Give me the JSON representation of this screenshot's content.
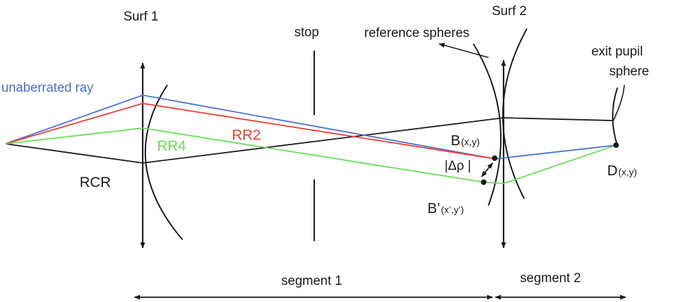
{
  "colors": {
    "unaberrated": "#4a6fd8",
    "rr2": "#ee3b2c",
    "rr4": "#66dd55",
    "ink": "#1a1a1a"
  },
  "labels": {
    "surf1": "Surf 1",
    "surf2": "Surf 2",
    "stop": "stop",
    "reference_spheres": "reference spheres",
    "exit_pupil_line1": "exit pupil",
    "exit_pupil_line2": "sphere",
    "unaberrated_ray": "unaberrated ray",
    "rr2": "RR2",
    "rr4": "RR4",
    "rcr": "RCR",
    "b_main": "B",
    "b_sub": "(x,y)",
    "bprime_main": "B’",
    "bprime_sub": "(x’,y’)",
    "d_main": "D",
    "d_sub": "(x,y)",
    "delta_rho": "|Δρ |",
    "segment1": "segment 1",
    "segment2": "segment 2"
  }
}
